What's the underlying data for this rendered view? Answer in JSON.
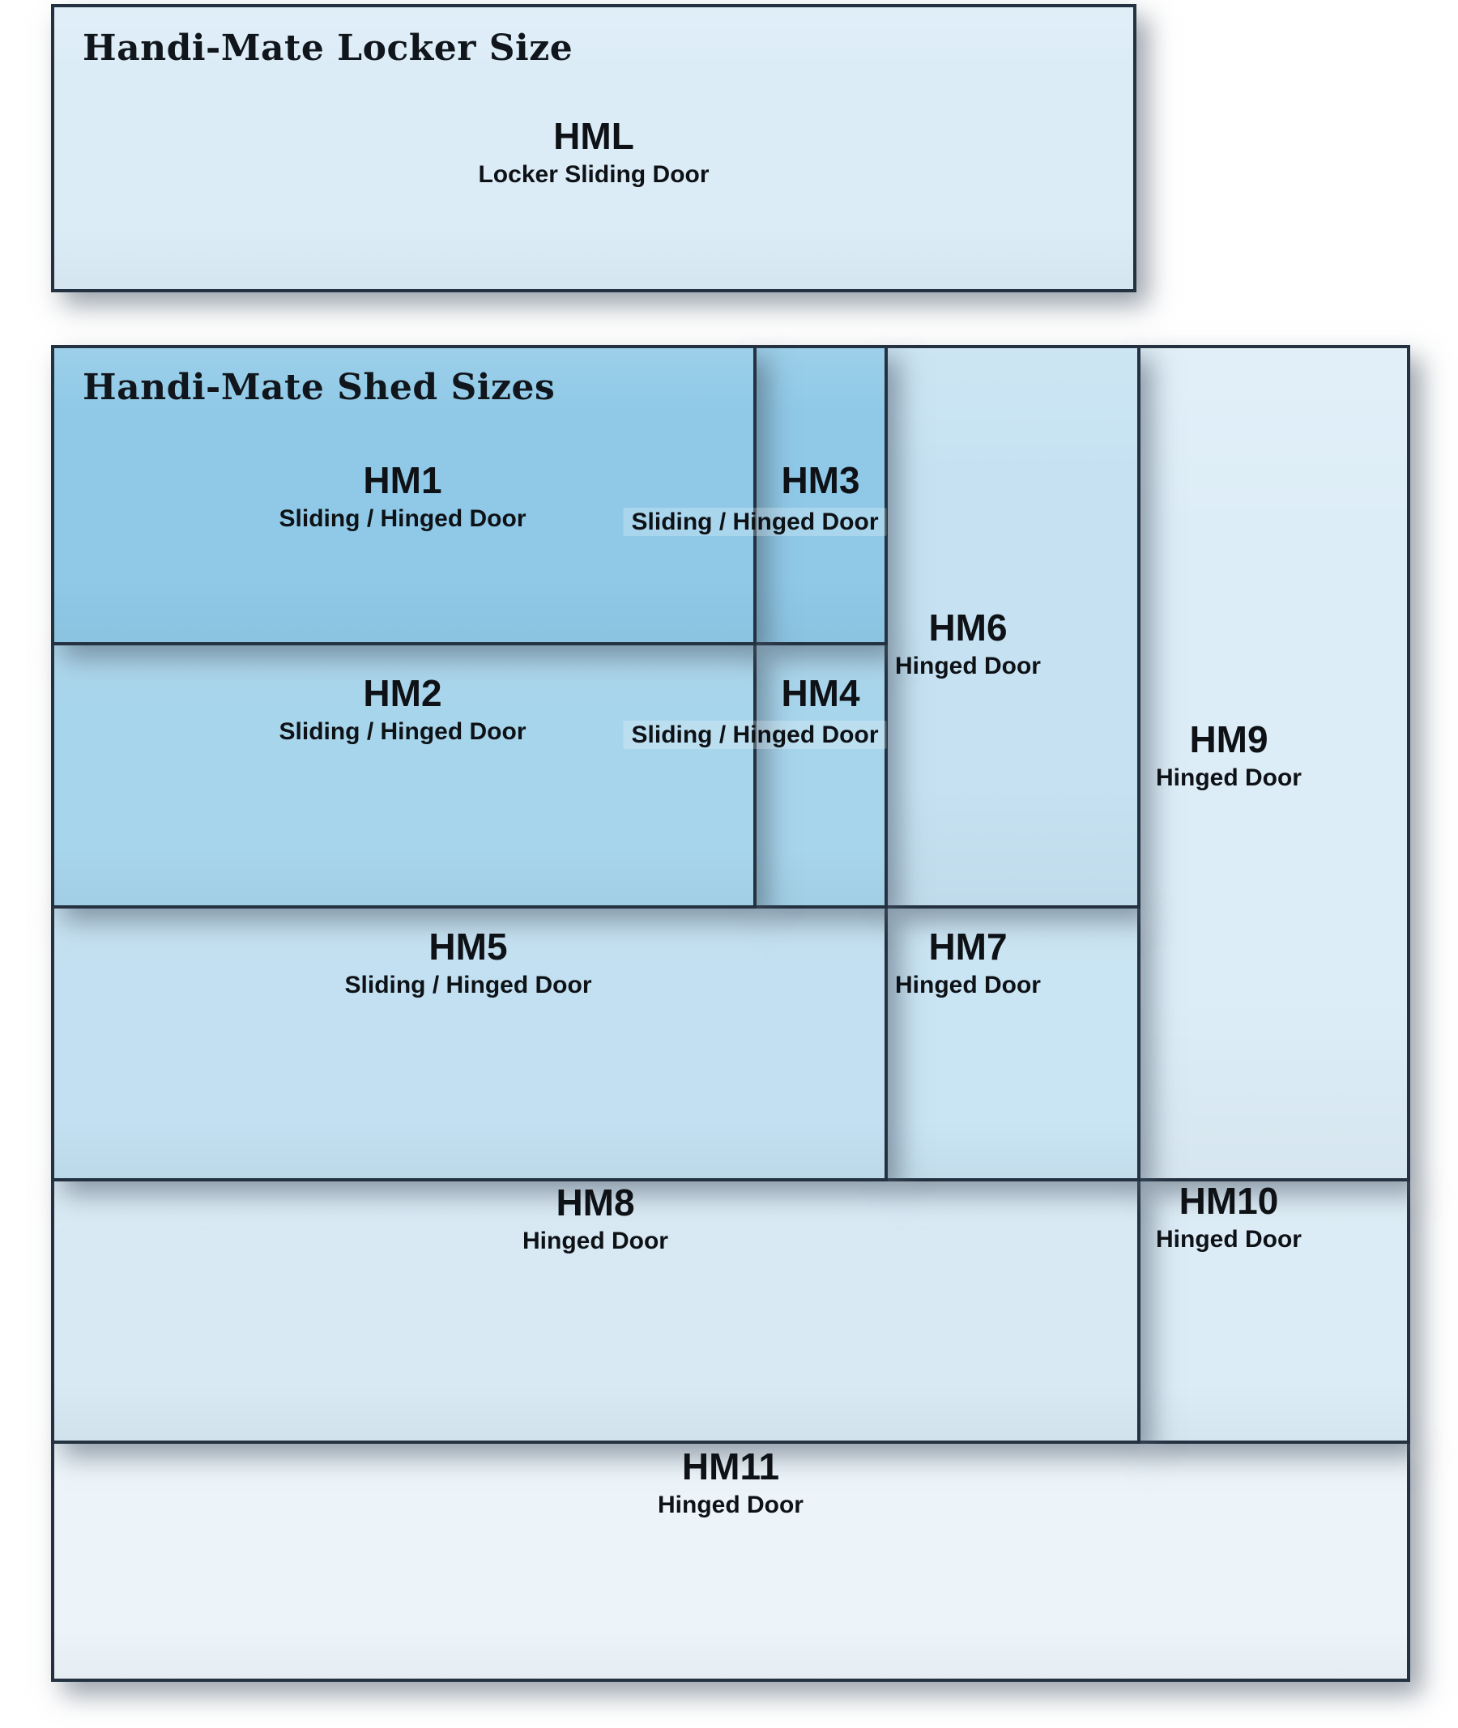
{
  "page": {
    "background_color": "#ffffff",
    "border_color": "#243140",
    "text_color": "#0e1216"
  },
  "locker_section": {
    "header": "Handi-Mate Locker Size",
    "box": {
      "id": "HML",
      "title": "HML",
      "subtitle": "Locker Sliding Door",
      "fill": "#dcecf7"
    }
  },
  "shed_section": {
    "header": "Handi-Mate Shed Sizes",
    "boxes": [
      {
        "id": "HM1",
        "title": "HM1",
        "subtitle": "Sliding / Hinged Door",
        "fill": "#8fc9e7"
      },
      {
        "id": "HM2",
        "title": "HM2",
        "subtitle": "Sliding / Hinged Door",
        "fill": "#a7d5ec"
      },
      {
        "id": "HM3",
        "title": "HM3",
        "subtitle": "Sliding / Hinged Door",
        "fill": "#8fc9e7"
      },
      {
        "id": "HM4",
        "title": "HM4",
        "subtitle": "Sliding / Hinged Door",
        "fill": "#a7d5ec"
      },
      {
        "id": "HM5",
        "title": "HM5",
        "subtitle": "Sliding / Hinged Door",
        "fill": "#c2e0f1"
      },
      {
        "id": "HM6",
        "title": "HM6",
        "subtitle": "Hinged Door",
        "fill": "#c6e2f2"
      },
      {
        "id": "HM7",
        "title": "HM7",
        "subtitle": "Hinged Door",
        "fill": "#c9e4f3"
      },
      {
        "id": "HM8",
        "title": "HM8",
        "subtitle": "Hinged Door",
        "fill": "#d8e9f4"
      },
      {
        "id": "HM9",
        "title": "HM9",
        "subtitle": "Hinged Door",
        "fill": "#ddedf7"
      },
      {
        "id": "HM10",
        "title": "HM10",
        "subtitle": "Hinged Door",
        "fill": "#dcecf6"
      },
      {
        "id": "HM11",
        "title": "HM11",
        "subtitle": "Hinged Door",
        "fill": "#ecf4fa"
      }
    ]
  }
}
